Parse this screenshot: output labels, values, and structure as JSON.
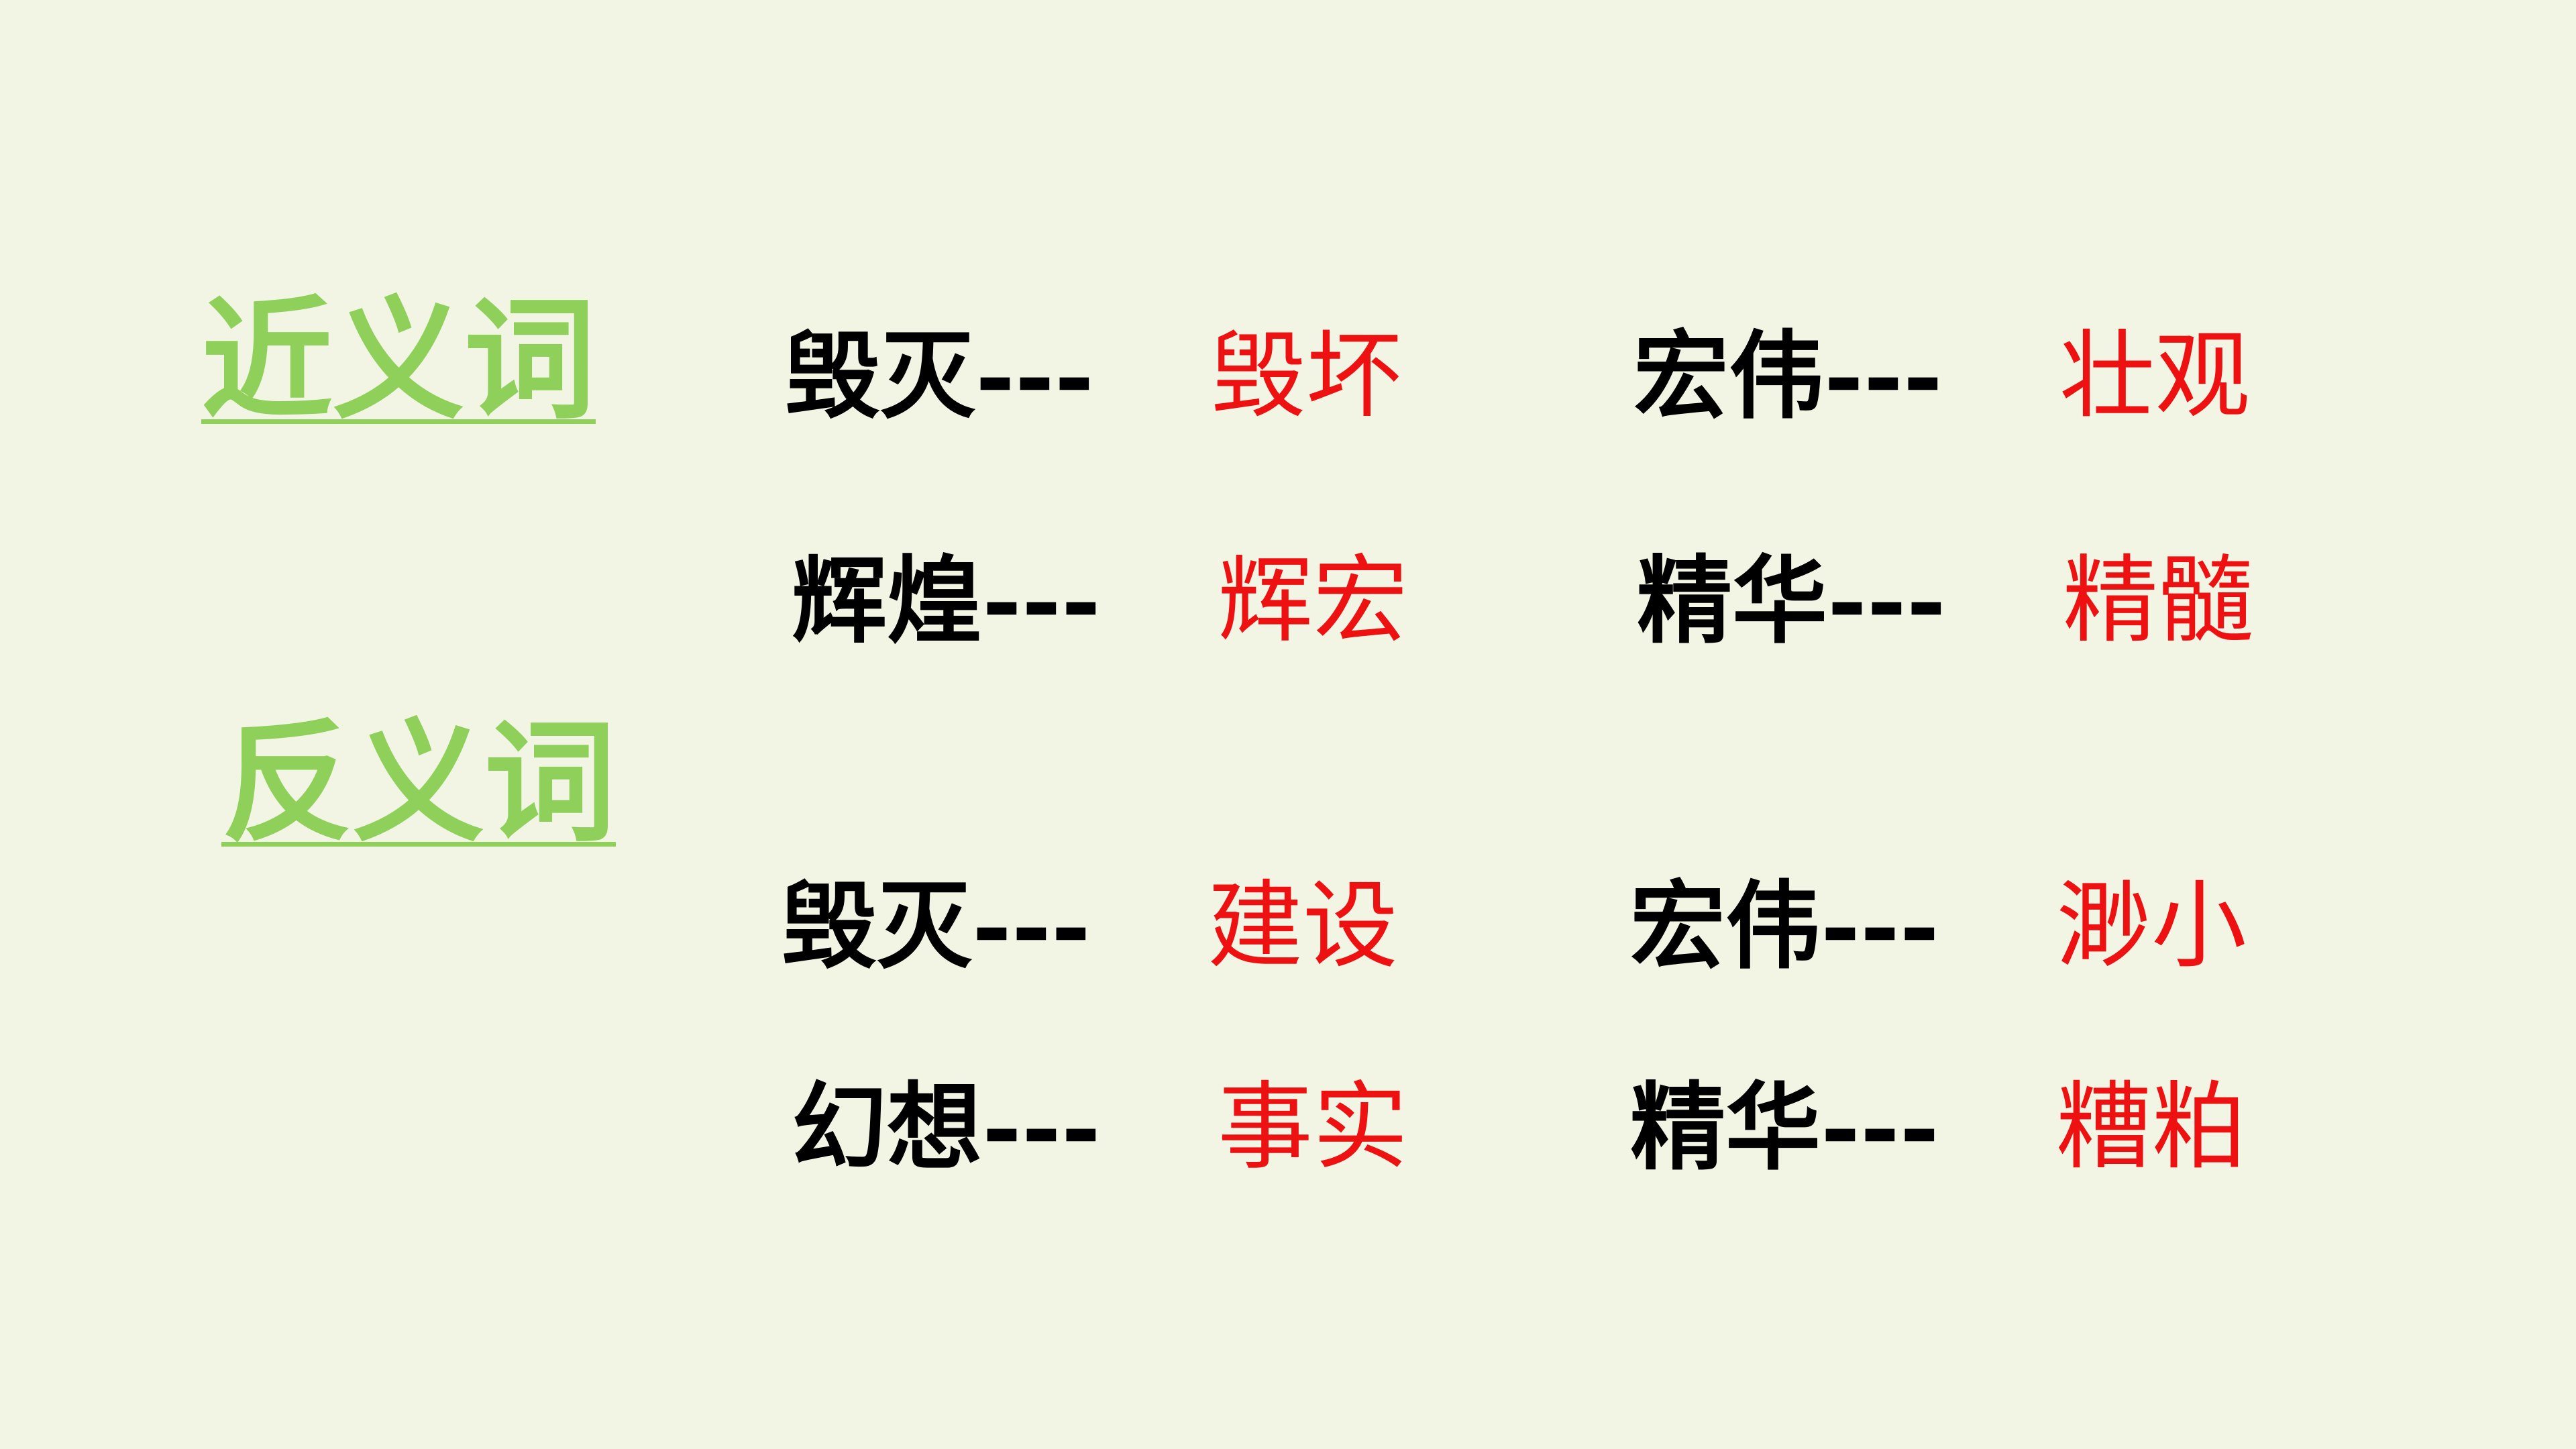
{
  "headings": {
    "synonyms": "近义词",
    "antonyms": "反义词"
  },
  "synonyms": [
    {
      "term": "毁灭---",
      "answer": "毁坏"
    },
    {
      "term": "宏伟---",
      "answer": "壮观"
    },
    {
      "term": "辉煌---",
      "answer": "辉宏"
    },
    {
      "term": "精华---",
      "answer": "精髓"
    }
  ],
  "antonyms": [
    {
      "term": "毁灭---",
      "answer": "建设"
    },
    {
      "term": "宏伟---",
      "answer": "渺小"
    },
    {
      "term": "幻想---",
      "answer": "事实"
    },
    {
      "term": "精华---",
      "answer": "糟粕"
    }
  ],
  "colors": {
    "background": "#f2f5e4",
    "heading": "#8fd05a",
    "term": "#000000",
    "answer": "#ee1111"
  }
}
